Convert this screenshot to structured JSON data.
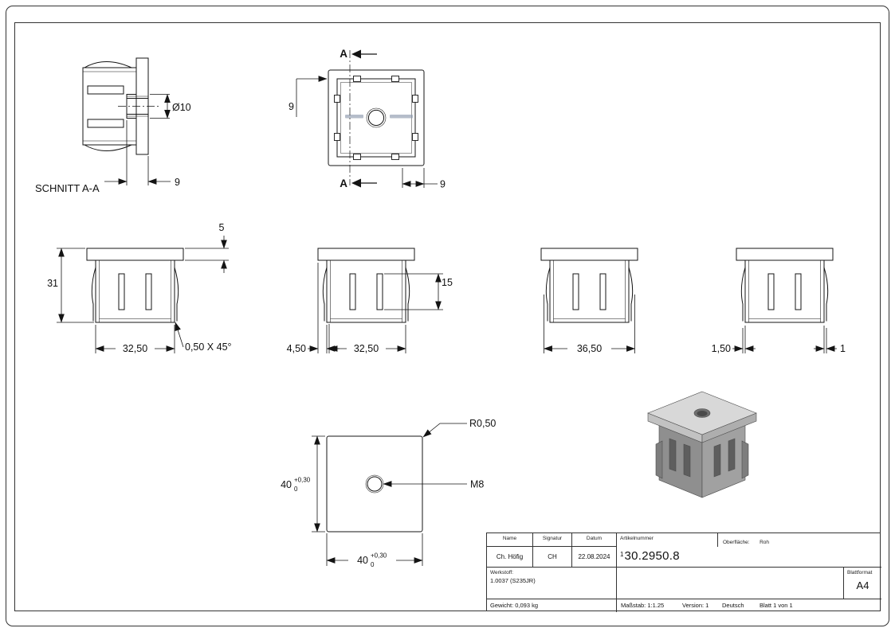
{
  "drawing": {
    "section_view": {
      "label": "SCHNITT A-A",
      "dim_diameter": "Ø10",
      "dim_depth": "9"
    },
    "top_view": {
      "section_letter_top": "A",
      "section_letter_bottom": "A",
      "dim_section_offset": "9",
      "dim_right": "9"
    },
    "side_view_1": {
      "dim_flange_height": "5",
      "dim_total_height": "31",
      "dim_body_width": "32,50",
      "chamfer_note": "0,50 X 45°"
    },
    "side_view_2": {
      "dim_slot_height": "15",
      "dim_offset": "4,50",
      "dim_body_width": "32,50"
    },
    "side_view_3": {
      "dim_outer_width": "36,50"
    },
    "side_view_4": {
      "dim_left": "1,50",
      "dim_right": "1"
    },
    "bottom_view": {
      "dim_width": "40",
      "dim_height": "40",
      "tol_plus": "+0,30",
      "tol_zero": "0",
      "radius_note": "R0,50",
      "thread_note": "M8"
    }
  },
  "iso_view": {
    "plate_top_color": "#d8d8d8",
    "plate_left_color": "#c2c2c2",
    "plate_right_color": "#aeaeae",
    "body_left_color": "#8f8f8f",
    "body_right_color": "#a1a1a1",
    "slot_color": "#5e5e5e",
    "tab_color": "#7d7d7d",
    "hole_color": "#6f6f6f",
    "hole_inner_color": "#4a4a4a"
  },
  "title_block": {
    "headers": {
      "name": "Name",
      "signature": "Signatur",
      "date": "Datum",
      "article_label": "Artikelnummer",
      "surface_label": "Oberfläche:",
      "surface_value": "Roh"
    },
    "values": {
      "name": "Ch. Höfig",
      "signature": "CH",
      "date": "22.08.2024",
      "article_prefix": "1",
      "article_number": "30.2950.8"
    },
    "material_label": "Werkstoff:",
    "material_value": "1.0037 (S235JR)",
    "weight": "Gewicht: 0,093 kg",
    "scale": "Maßstab: 1:1.25",
    "version": "Version: 1",
    "language": "Deutsch",
    "sheet": "Blatt 1 von 1",
    "format_label": "Blattformat",
    "format_value": "A4"
  }
}
